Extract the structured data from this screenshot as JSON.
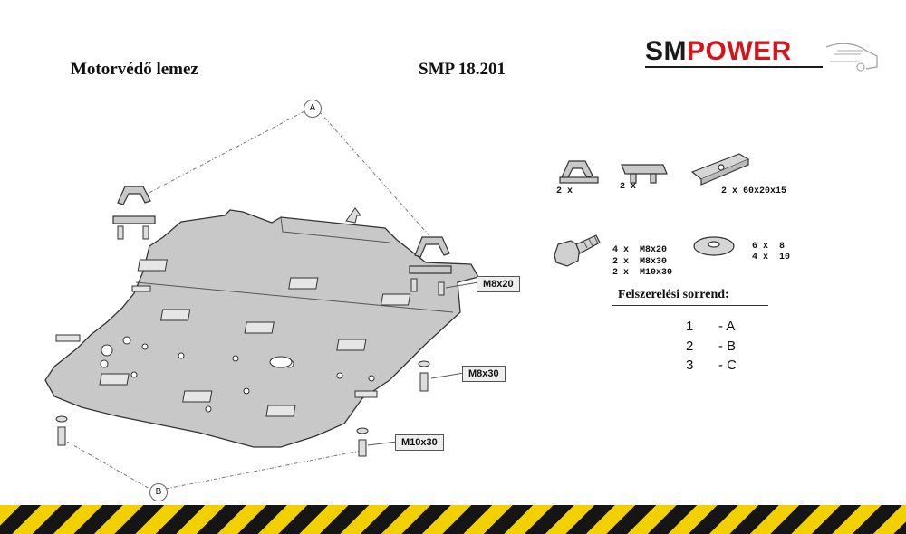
{
  "header": {
    "title": "Motorvédő lemez",
    "part_number": "SMP 18.201"
  },
  "logo": {
    "part1": "SM",
    "part2": "POWER",
    "color_dark": "#1a1a1a",
    "color_red": "#d4161c"
  },
  "diagram": {
    "point_a": "A",
    "point_b": "B",
    "bolt_labels": [
      "M8x20",
      "M8x30",
      "M10x30"
    ]
  },
  "kit": {
    "bracket_qty": "2 x",
    "plate_qty": "2 x",
    "spacer": "2 x 60x20x15",
    "bolts": [
      "4 x  M8x20",
      "2 x  M8x30",
      "2 x  M10x30"
    ],
    "washers": [
      "6 x  8",
      "4 x  10"
    ]
  },
  "sequence": {
    "title": "Felszerelési sorrend:",
    "rows": [
      {
        "num": "1",
        "point": "- A"
      },
      {
        "num": "2",
        "point": "- B"
      },
      {
        "num": "3",
        "point": "- C"
      }
    ]
  },
  "colors": {
    "stripe_yellow": "#f2d000",
    "stripe_black": "#151515",
    "plate_fill": "#c8c8c8"
  }
}
